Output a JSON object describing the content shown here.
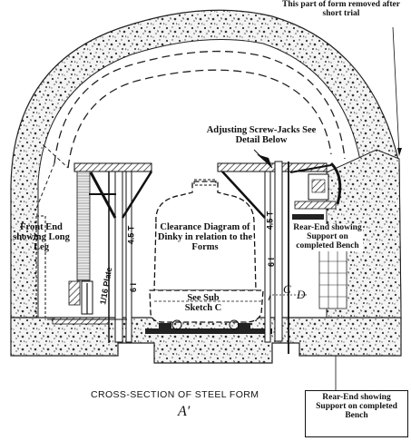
{
  "labels": {
    "form_removed": "This part of form removed after short trial",
    "screw_jacks": "Adjusting Screw-Jacks See Detail Below",
    "front_end": "Front End showing Long Leg",
    "clearance": "Clearance Diagram of Dinky in relation to the Forms",
    "rear_end_support": "Rear-End showing Support on completed Bench",
    "see_sub_sketch": "See Sub Sketch C",
    "plate": "1/16 Plate",
    "t_left": "4.5 T",
    "t_right": "4.5 T",
    "i_left": "6 I",
    "i_right": "6 I",
    "point_c": "C",
    "point_d": "D",
    "caption": "CROSS-SECTION OF STEEL FORM",
    "figure_id": "A′",
    "inset_rear_end": "Rear-End showing Support on completed Bench"
  }
}
